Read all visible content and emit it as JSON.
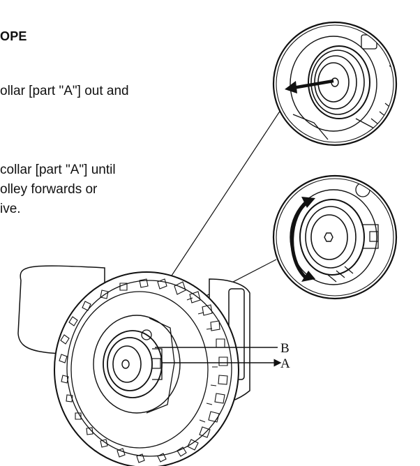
{
  "section": {
    "heading": "OPE"
  },
  "steps": [
    {
      "lines": [
        "ollar [part \"A\"] out and"
      ]
    },
    {
      "lines": [
        " collar [part \"A\"] until",
        "olley forwards or",
        "ive."
      ]
    }
  ],
  "figure": {
    "callouts": {
      "b": "B",
      "a": "A"
    }
  },
  "colors": {
    "ink": "#111111",
    "paper": "#ffffff"
  }
}
